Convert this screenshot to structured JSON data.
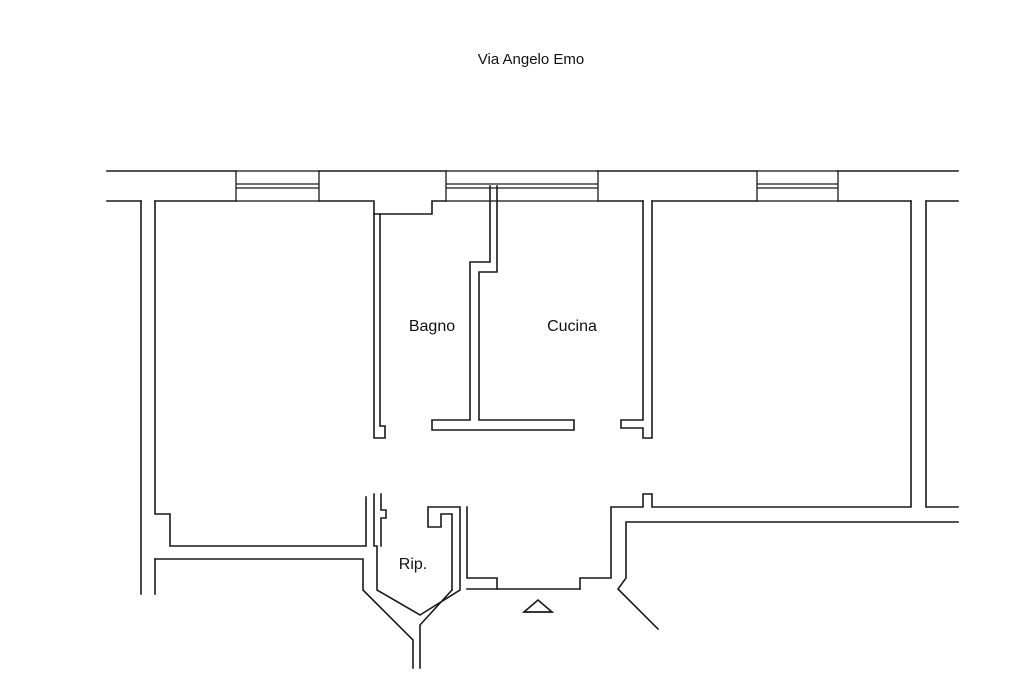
{
  "street_label": "Via Angelo Emo",
  "rooms": {
    "bagno": "Bagno",
    "cucina": "Cucina",
    "ripostiglio": "Rip."
  },
  "colors": {
    "line": "#1a1a1a",
    "background": "#ffffff"
  }
}
